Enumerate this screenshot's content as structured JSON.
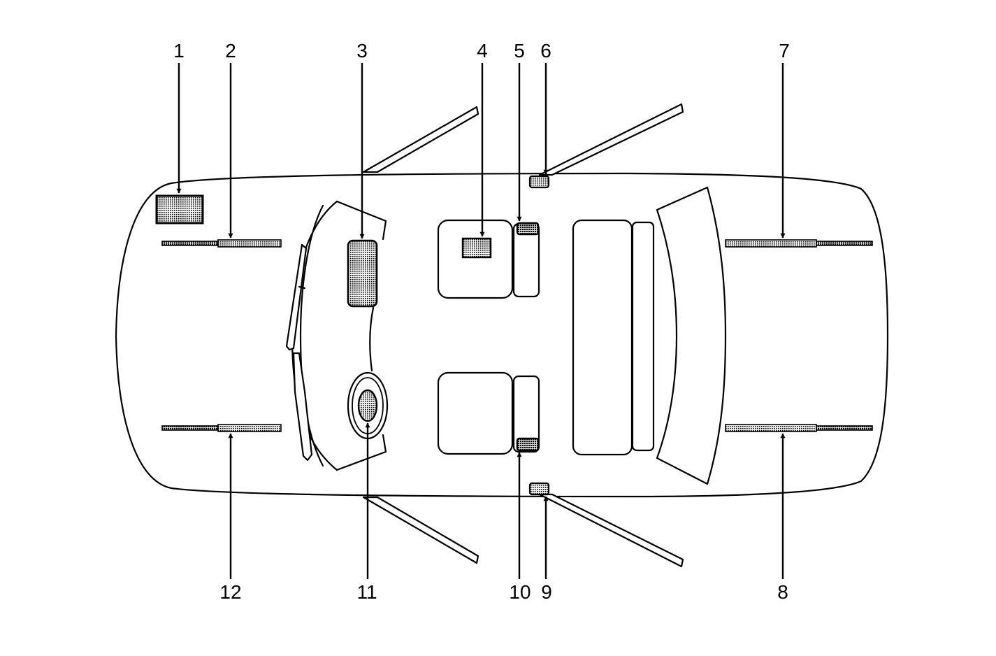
{
  "diagram": {
    "callouts": [
      {
        "id": "1",
        "label": "1"
      },
      {
        "id": "2",
        "label": "2"
      },
      {
        "id": "3",
        "label": "3"
      },
      {
        "id": "4",
        "label": "4"
      },
      {
        "id": "5",
        "label": "5"
      },
      {
        "id": "6",
        "label": "6"
      },
      {
        "id": "7",
        "label": "7"
      },
      {
        "id": "8",
        "label": "8"
      },
      {
        "id": "9",
        "label": "9"
      },
      {
        "id": "10",
        "label": "10"
      },
      {
        "id": "11",
        "label": "11"
      },
      {
        "id": "12",
        "label": "12"
      }
    ],
    "colors": {
      "line": "#000000",
      "background": "#ffffff",
      "component_fill": "#cfcfcf"
    }
  }
}
